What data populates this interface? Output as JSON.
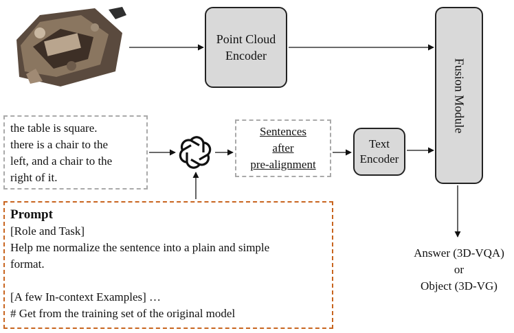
{
  "point_cloud_image": {
    "alt": "3D point cloud scene"
  },
  "point_cloud_encoder": {
    "label": "Point Cloud Encoder"
  },
  "fusion_module": {
    "label": "Fusion Module"
  },
  "input_text": {
    "lines": [
      "the table is square.",
      "there is a chair to the",
      "left, and a chair to the",
      "right of it."
    ]
  },
  "llm_icon": {
    "icon": "openai-knot-icon"
  },
  "aligned_text": {
    "lines": [
      "Sentences",
      "after",
      "pre-alignment"
    ]
  },
  "text_encoder": {
    "label": "Text Encoder"
  },
  "prompt": {
    "title": "Prompt",
    "lines": [
      "[Role and Task]",
      "Help me normalize the sentence into a plain and simple",
      "format.",
      "",
      "[A few In-context Examples] …",
      "# Get from the training set of the original model"
    ]
  },
  "output": {
    "lines": [
      "Answer (3D-VQA)",
      "or",
      "Object (3D-VG)"
    ]
  },
  "colors": {
    "box_fill": "#d9d9d9",
    "prompt_border": "#c8641e",
    "dashed_grey": "#a9a9a9"
  }
}
